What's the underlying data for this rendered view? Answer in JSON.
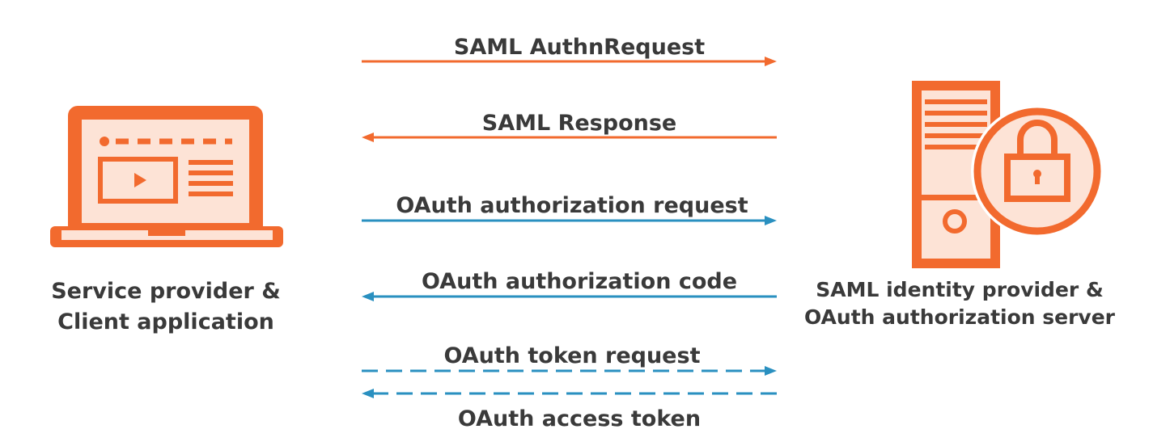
{
  "colors": {
    "saml": "#f26a2e",
    "oauth": "#2a90c0",
    "fill_light": "#fde3d6",
    "text": "#3a3a3a"
  },
  "left_actor": {
    "icon": "laptop-icon",
    "label_line1": "Service provider &",
    "label_line2": "Client application"
  },
  "right_actor": {
    "icon": "server-lock-icon",
    "label_line1": "SAML identity provider &",
    "label_line2": "OAuth authorization server"
  },
  "messages": [
    {
      "label": "SAML AuthnRequest",
      "direction": "right",
      "style": "solid",
      "color": "#f26a2e"
    },
    {
      "label": "SAML Response",
      "direction": "left",
      "style": "solid",
      "color": "#f26a2e"
    },
    {
      "label": "OAuth authorization request",
      "direction": "right",
      "style": "solid",
      "color": "#2a90c0"
    },
    {
      "label": "OAuth authorization code",
      "direction": "left",
      "style": "solid",
      "color": "#2a90c0"
    },
    {
      "label": "OAuth token request",
      "direction": "right",
      "style": "dashed",
      "color": "#2a90c0"
    },
    {
      "label": "OAuth access token",
      "direction": "left",
      "style": "dashed",
      "color": "#2a90c0"
    }
  ]
}
